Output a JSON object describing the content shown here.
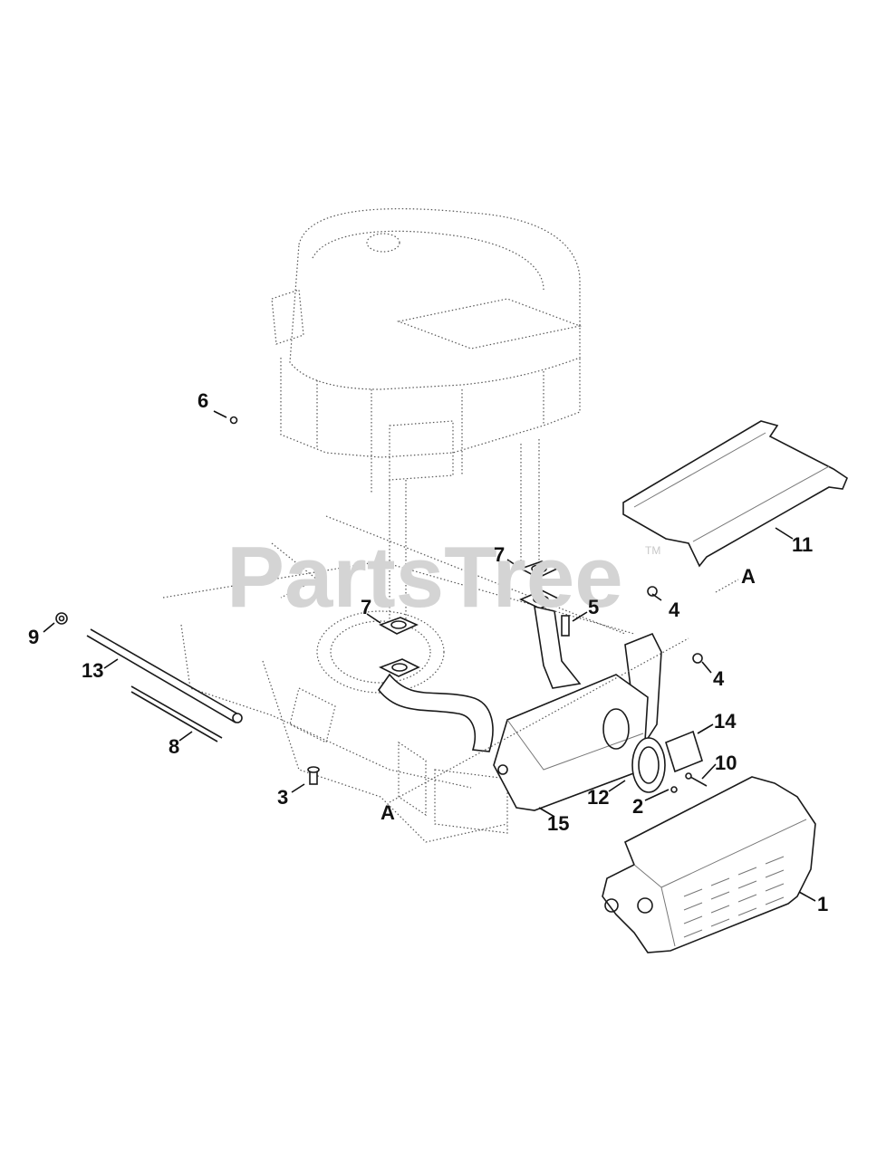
{
  "diagram": {
    "watermark": "PartsTree",
    "trademark": "TM",
    "callouts": {
      "c1": "1",
      "c2": "2",
      "c3": "3",
      "c4a": "4",
      "c4b": "4",
      "c5": "5",
      "c6": "6",
      "c7a": "7",
      "c7b": "7",
      "c8": "8",
      "c9": "9",
      "c10": "10",
      "c11": "11",
      "c12": "12",
      "c13": "13",
      "c14": "14",
      "c15": "15",
      "ref_a1": "A",
      "ref_a2": "A"
    }
  }
}
